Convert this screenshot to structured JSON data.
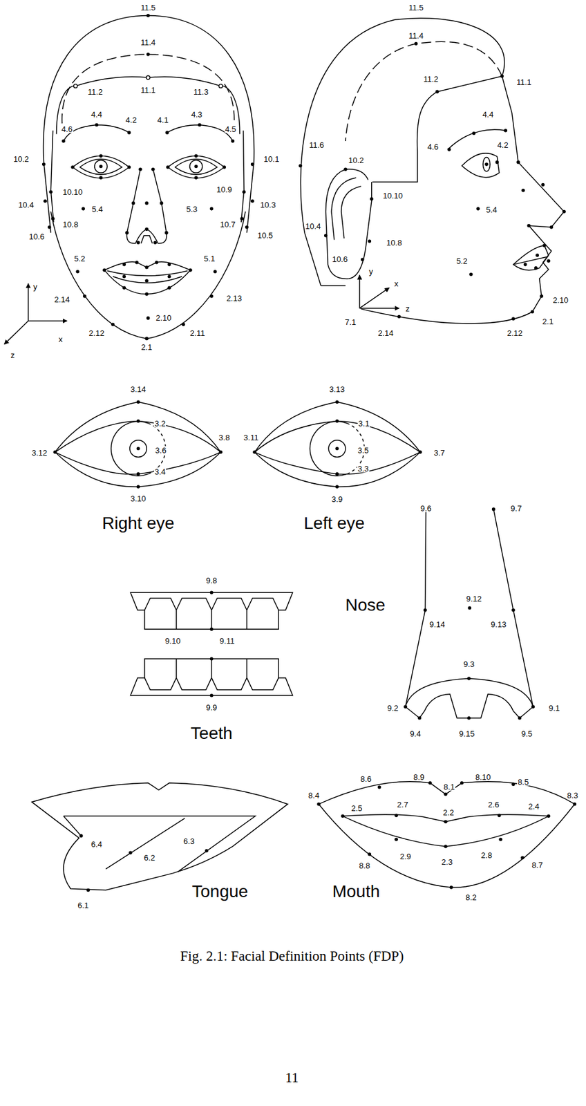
{
  "diagram": {
    "caption": "Fig. 2.1: Facial Definition Points (FDP)",
    "labels": [
      "11.5",
      "11.4",
      "11.2",
      "11.1",
      "11.3",
      "4.4",
      "4.2",
      "4.1",
      "4.3",
      "4.6",
      "4.5",
      "10.2",
      "10.1",
      "10.10",
      "10.9",
      "10.4",
      "10.3",
      "5.4",
      "5.3",
      "10.8",
      "10.7",
      "10.6",
      "10.5",
      "5.2",
      "5.1",
      "2.14",
      "2.13",
      "2.10",
      "2.12",
      "2.11",
      "2.1",
      "y",
      "x",
      "z",
      "11.5",
      "11.4",
      "11.2",
      "11.1",
      "4.4",
      "4.6",
      "4.2",
      "11.6",
      "10.2",
      "10.10",
      "5.4",
      "10.4",
      "10.8",
      "10.6",
      "5.2",
      "y",
      "x",
      "z",
      "7.1",
      "2.14",
      "2.10",
      "2.1",
      "2.12",
      "3.14",
      "3.2",
      "3.8",
      "3.12",
      "3.6",
      "3.4",
      "3.10",
      "3.13",
      "3.1",
      "3.11",
      "3.7",
      "3.5",
      "3.3",
      "3.9",
      "Right eye",
      "Left eye",
      "9.6",
      "9.7",
      "Nose",
      "9.12",
      "9.14",
      "9.13",
      "9.3",
      "9.2",
      "9.1",
      "9.4",
      "9.15",
      "9.5",
      "9.8",
      "9.10",
      "9.11",
      "9.9",
      "Teeth",
      "6.4",
      "6.2",
      "6.3",
      "6.1",
      "Tongue",
      "8.6",
      "8.9",
      "8.1",
      "8.10",
      "8.5",
      "8.4",
      "8.3",
      "2.5",
      "2.7",
      "2.2",
      "2.6",
      "2.4",
      "2.9",
      "2.3",
      "2.8",
      "8.8",
      "8.7",
      "8.2",
      "Mouth",
      "11"
    ]
  }
}
